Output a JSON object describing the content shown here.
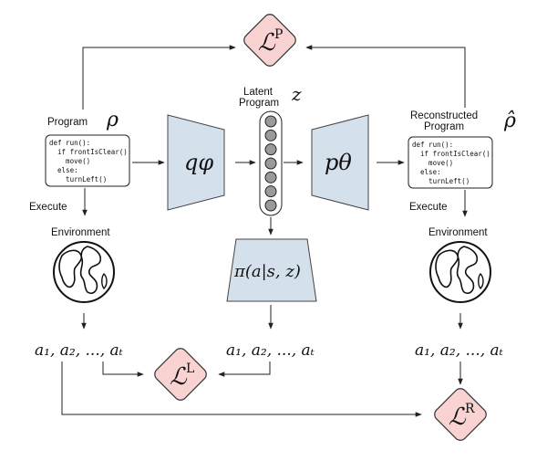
{
  "losses": {
    "program": {
      "symbol": "ℒ",
      "sup": "P"
    },
    "latent": {
      "symbol": "ℒ",
      "sup": "L"
    },
    "reconstruction": {
      "symbol": "ℒ",
      "sup": "R"
    }
  },
  "left": {
    "program_label": "Program",
    "program_symbol": "ρ",
    "code": [
      "def run():",
      "  if frontIsClear():",
      "    move()",
      "  else:",
      "    turnLeft()"
    ],
    "execute_label": "Execute",
    "env_label": "Environment",
    "actions": "a₁, a₂, ..., aₜ"
  },
  "encoder": {
    "symbol": "qφ"
  },
  "latent": {
    "label_line1": "Latent",
    "label_line2": "Program",
    "symbol": "z",
    "cells": 7
  },
  "decoder": {
    "symbol": "pθ"
  },
  "policy": {
    "symbol": "π(a|s, z)",
    "actions": "a₁, a₂, ..., aₜ"
  },
  "right": {
    "program_label_line1": "Reconstructed",
    "program_label_line2": "Program",
    "program_symbol": "ρ̂",
    "code": [
      "def run():",
      "  if frontIsClear():",
      "    move()",
      "  else:",
      "    turnLeft()"
    ],
    "execute_label": "Execute",
    "env_label": "Environment",
    "actions": "a₁, a₂, ..., aₜ"
  },
  "colors": {
    "loss_fill": "#f8d3d1",
    "loss_stroke": "#333333",
    "network_fill": "#d4e0ec",
    "network_stroke": "#444444",
    "latent_cell": "#9a9a9a"
  }
}
